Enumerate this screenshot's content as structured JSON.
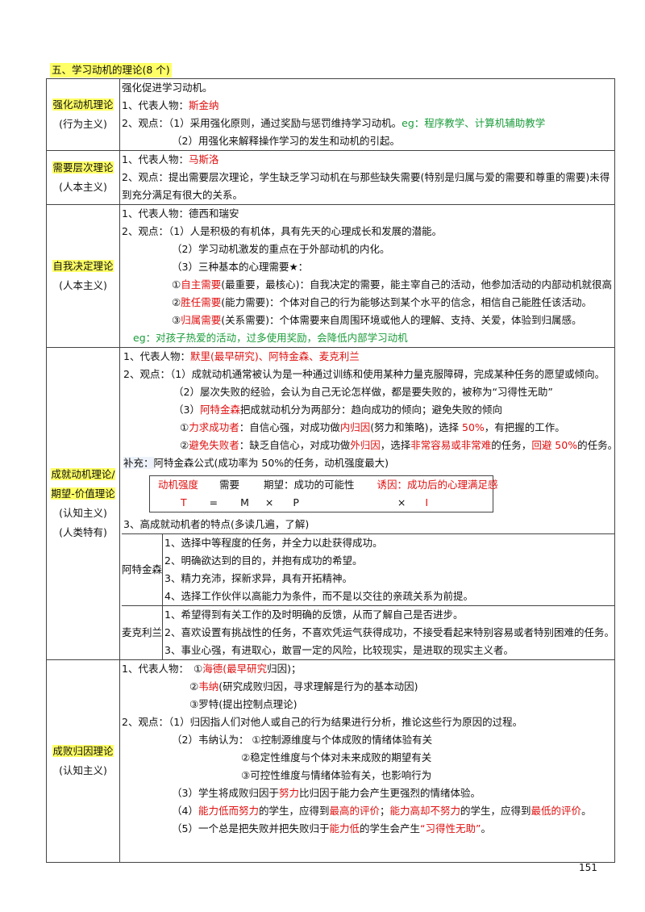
{
  "section_title": "五、学习动机的理论(8 个)",
  "page_number": "151",
  "rows": {
    "reinforcement": {
      "name": "强化动机理论",
      "school": "(行为主义)",
      "lines": {
        "l0": "强化促进学习动机。",
        "l1a": "1、代表人物：",
        "l1b": "斯金纳",
        "l2a": "2、观点：（1）采用强化原则，通过奖励与惩罚维持学习动机。",
        "l2b": "eg：程序教学、计算机辅助教学",
        "l3": "（2）用强化来解释操作学习的发生和动机的引起。"
      }
    },
    "needs": {
      "name": "需要层次理论",
      "school": "(人本主义)",
      "lines": {
        "l1a": "1、代表人物：",
        "l1b": "马斯洛",
        "l2": "2、观点：提出需要层次理论，学生缺乏学习动机在与那些缺失需要(特别是归属与爱的需要和尊重的需要)未得到充分满足有很大的关系。"
      }
    },
    "selfdet": {
      "name": "自我决定理论",
      "school": "(人本主义)",
      "lines": {
        "l1": "1、代表人物：德西和瑞安",
        "l2": "2、观点：（1）人是积极的有机体，具有先天的心理成长和发展的潜能。",
        "l3": "（2）学习动机激发的重点在于外部动机的内化。",
        "l4": "（3）三种基本的心理需要★：",
        "l5a": "①",
        "l5b": "自主需要",
        "l5c": "(最重要，最核心)：自我决定的需要，能主宰自己的活动，他参加活动的内部动机就很高",
        "l6a": "②",
        "l6b": "胜任需要",
        "l6c": "(能力需要)：个体对自己的行为能够达到某个水平的信念，相信自己能胜任该活动。",
        "l7a": "③",
        "l7b": "归属需要",
        "l7c": "(关系需要)：个体需要来自周围环境或他人的理解、支持、关爱，体验到归属感。",
        "l8": "eg：对孩子热爱的活动，过多使用奖励，会降低内部学习动机"
      }
    },
    "achievement": {
      "name1": "成就动机理论/",
      "name2": "期望-价值理论",
      "school1": "(认知主义)",
      "school2": "(人类特有)",
      "lines": {
        "l1a": "1、代表人物：",
        "l1b": "默里(最早研究)、阿特金森、麦克利兰",
        "l2": "2、观点：（1）成就动机通常被认为是一种通过训练和使用某种力量克服障碍，完成某种任务的愿望或倾向。",
        "l3": "（2）屡次失败的经验，会认为自己无论怎样做，都是要失败的，被称为“习得性无助”",
        "l4a": "（3）",
        "l4b": "阿特金森",
        "l4c": "把成就动机分为两部分：趋向成功的倾向；避免失败的倾向",
        "l5a": "①",
        "l5b": "力求成功者",
        "l5c": "：自信心强，对成功做",
        "l5d": "内归因",
        "l5e": "(努力和策略)，选择 ",
        "l5f": "50%",
        "l5g": "，有把握的工作。",
        "l6a": "②",
        "l6b": "避免失败者",
        "l6c": "：缺乏自信心，对成功做",
        "l6d": "外归因",
        "l6e": "，选择",
        "l6f": "非常容易或非常难",
        "l6g": "的任务，",
        "l6h": "回避 50%",
        "l6i": "的任务。",
        "supp_label": "补充：",
        "supp_text": "阿特金森公式(成功率为 50%的任务，动机强度最大)",
        "formula_row1": {
          "a": "动机强度",
          "b": "需要",
          "c": "期望：成功的可能性",
          "d": "诱因：成功后的心理满足感"
        },
        "formula_row2": {
          "t": "T",
          "eq": "=",
          "m": "M",
          "x1": "×",
          "p": "P",
          "x2": "×",
          "i": "I"
        },
        "l3title": "3、高成就动机者的特点(多读几遍，了解)"
      },
      "atkinson": {
        "name": "阿特金森",
        "items": [
          "1、选择中等程度的任务，并全力以赴获得成功。",
          "2、明确欲达到的目的，并抱有成功的希望。",
          "3、精力充沛，探新求异，具有开拓精神。",
          "4、选择工作伙伴以高能力为条件，而不是以交往的亲疏关系为前提。"
        ]
      },
      "mcclelland": {
        "name": "麦克利兰",
        "items": [
          "1、希望得到有关工作的及时明确的反馈，从而了解自己是否进步。",
          "2、喜欢设置有挑战性的任务，不喜欢凭运气获得成功，不接受看起来特别容易或者特别困难的任务。",
          "3、事业心强，有进取心，敢冒一定的风险，比较现实，是进取的现实主义者。"
        ]
      }
    },
    "attribution": {
      "name": "成败归因理论",
      "school": "(认知主义)",
      "lines": {
        "l1a": "1、代表人物：",
        "l1b": "①",
        "l1c": "海德",
        "l1d": "(最早研究",
        "l1e": "归因)；",
        "l2a": "②",
        "l2b": "韦纳",
        "l2c": "(研究成败归因，寻求理解是行为的基本动因)",
        "l3": "③罗特(提出控制点理论)",
        "l4": "2、观点：（1）归因指人们对他人或自己的行为结果进行分析，推论这些行为原因的过程。",
        "l5": "（2）韦纳认为：  ①控制源维度与个体成败的情绪体验有关",
        "l6": "②稳定性维度与个体对未来成败的期望有关",
        "l7": "③可控性维度与情绪体验有关，也影响行为",
        "l8a": "（3）学生将成败归因于",
        "l8b": "努力",
        "l8c": "比归因于能力会产生更强烈的情绪体验。",
        "l9a": "（4）",
        "l9b": "能力低而努力",
        "l9c": "的学生，应得到",
        "l9d": "最高的评价",
        "l9e": "；",
        "l9f": "能力高却不努力",
        "l9g": "的学生，应得到",
        "l9h": "最低的评价",
        "l9i": "。",
        "l10a": "（5）一个总是把失败并把失败归于",
        "l10b": "能力低",
        "l10c": "的学生会产生",
        "l10d": "“习得性无助”",
        "l10e": "。"
      }
    }
  }
}
